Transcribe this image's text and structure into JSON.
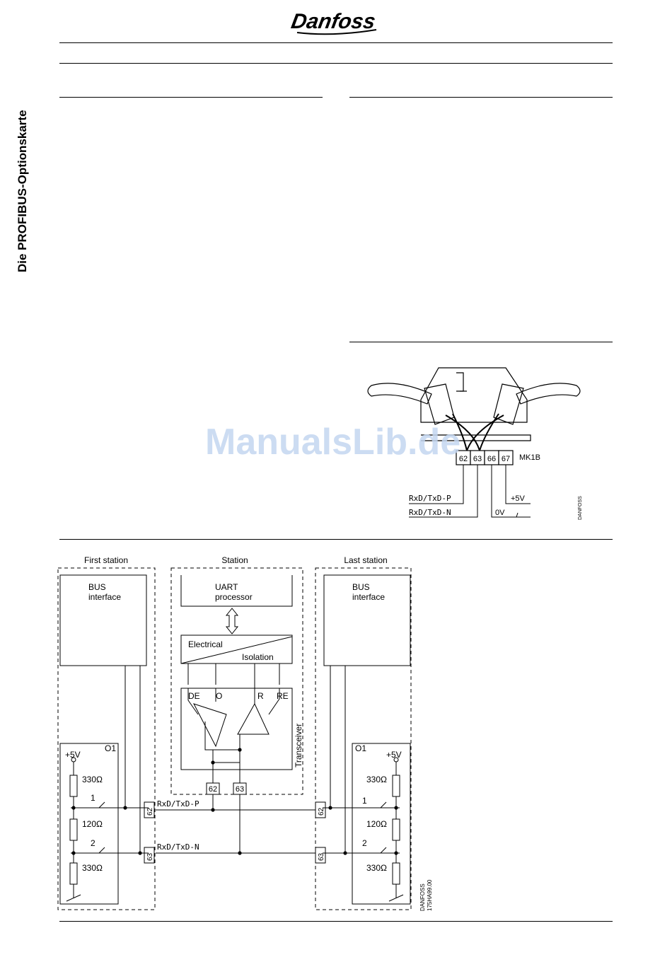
{
  "header": {
    "brand": "Danfoss"
  },
  "sidebar": {
    "title": "Die PROFIBUS-Optionskarte"
  },
  "watermark": {
    "text": "ManualsLib.de"
  },
  "connector_figure": {
    "terminals": [
      "62",
      "63",
      "66",
      "67"
    ],
    "block_label": "MK1B",
    "signal_p": "RxD/TxD-P",
    "signal_n": "RxD/TxD-N",
    "plus5v": "+5V",
    "zero_v": "0V",
    "credit": "DANFOSS"
  },
  "bus_figure": {
    "first_station": "First station",
    "station": "Station",
    "last_station": "Last station",
    "bus_interface_line1": "BUS",
    "bus_interface_line2": "interface",
    "uart_line1": "UART",
    "uart_line2": "processor",
    "isolation_line1": "Electrical",
    "isolation_line2": "Isolation",
    "de": "DE",
    "o": "O",
    "r": "R",
    "re": "RE",
    "transceiver": "Transceiver",
    "terminal_62": "62",
    "terminal_63": "63",
    "signal_p": "RxD/TxD-P",
    "signal_n": "RxD/TxD-N",
    "plus5v": "+5V",
    "o1": "O1",
    "r330": "330Ω",
    "r120": "120Ω",
    "switch1": "1",
    "switch2": "2",
    "credit_line1": "DANFOSS",
    "credit_line2": "175HA99.00"
  }
}
